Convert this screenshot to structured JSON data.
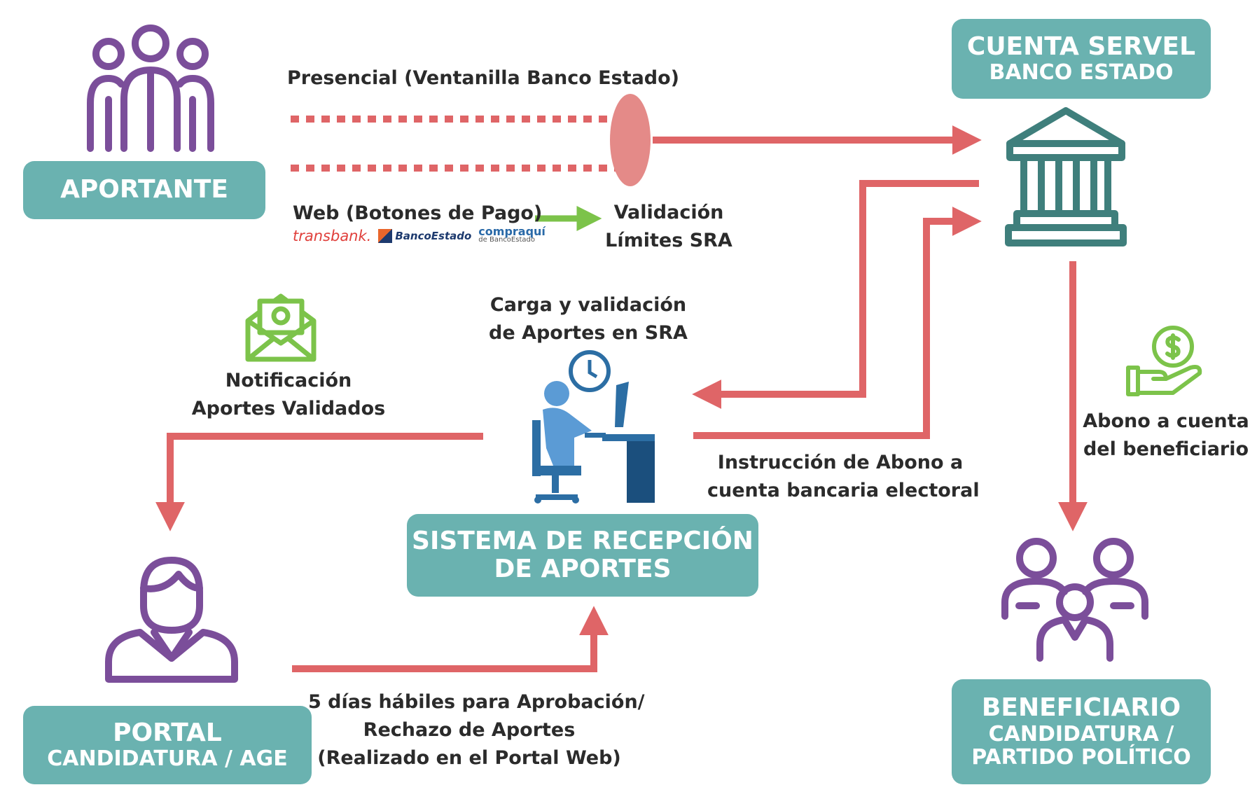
{
  "nodes": {
    "aportante": {
      "label": "APORTANTE"
    },
    "cuenta_servel": {
      "line1": "CUENTA SERVEL",
      "line2": "BANCO ESTADO"
    },
    "sistema": {
      "line1": "SISTEMA DE RECEPCIÓN",
      "line2": "DE APORTES"
    },
    "portal": {
      "line1": "PORTAL",
      "line2": "CANDIDATURA / AGE"
    },
    "beneficiario": {
      "line1": "BENEFICIARIO",
      "line2": "CANDIDATURA /",
      "line3": "PARTIDO POLÍTICO"
    }
  },
  "labels": {
    "presencial": "Presencial (Ventanilla Banco Estado)",
    "web": "Web (Botones de Pago)",
    "validacion_1": "Validación",
    "validacion_2": "Límites SRA",
    "carga_1": "Carga y validación",
    "carga_2": "de Aportes en SRA",
    "notificacion_1": "Notificación",
    "notificacion_2": "Aportes Validados",
    "instruccion_1": "Instrucción de Abono a",
    "instruccion_2": "cuenta bancaria electoral",
    "abono_1": "Abono a cuenta",
    "abono_2": "del beneficiario",
    "plazo_1": "5 días hábiles para Aprobación/",
    "plazo_2": "Rechazo de Aportes",
    "plazo_3": "(Realizado en el Portal Web)"
  },
  "payment_logos": {
    "transbank": "transbank.",
    "bancoestado": "BancoEstado",
    "compraqui": "compraquí",
    "compraqui_sub": "de BancoEstado"
  },
  "colors": {
    "box": "#6ab2b0",
    "arrow": "#df6567",
    "person_purple": "#7b4e9a",
    "green": "#7cc34a",
    "bank_teal": "#3f7f7c",
    "worker_blue": "#2c6ea4"
  }
}
